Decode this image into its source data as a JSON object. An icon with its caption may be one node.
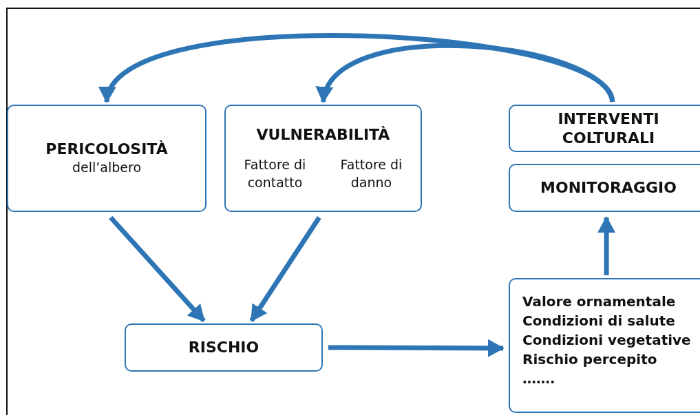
{
  "diagram": {
    "nodes": [
      {
        "text": [
          "PERICOLOSITÀ",
          "dell’albero"
        ]
      },
      {
        "text": [
          "VULNERABILITÀ",
          "Fattore di contatto",
          "Fattore di danno"
        ]
      },
      {
        "text": [
          "INTERVENTI COLTURALI"
        ]
      },
      {
        "text": [
          "MONITORAGGIO"
        ]
      },
      {
        "text": [
          "RISCHIO"
        ]
      },
      {
        "text": [
          "Valore ornamentale",
          "Condizioni di salute",
          "Condizioni vegetative",
          "Rischio percepito",
          "……."
        ]
      }
    ],
    "edges": [
      {
        "from": 0,
        "to": 4,
        "arrow": "to"
      },
      {
        "from": 1,
        "to": 4,
        "arrow": "to"
      },
      {
        "from": 4,
        "to": 5,
        "arrow": "to"
      },
      {
        "from": 5,
        "to": 3,
        "arrow": "to"
      },
      {
        "from": 2,
        "to": 0,
        "arrow": "to"
      },
      {
        "from": 2,
        "to": 1,
        "arrow": "to"
      }
    ]
  }
}
